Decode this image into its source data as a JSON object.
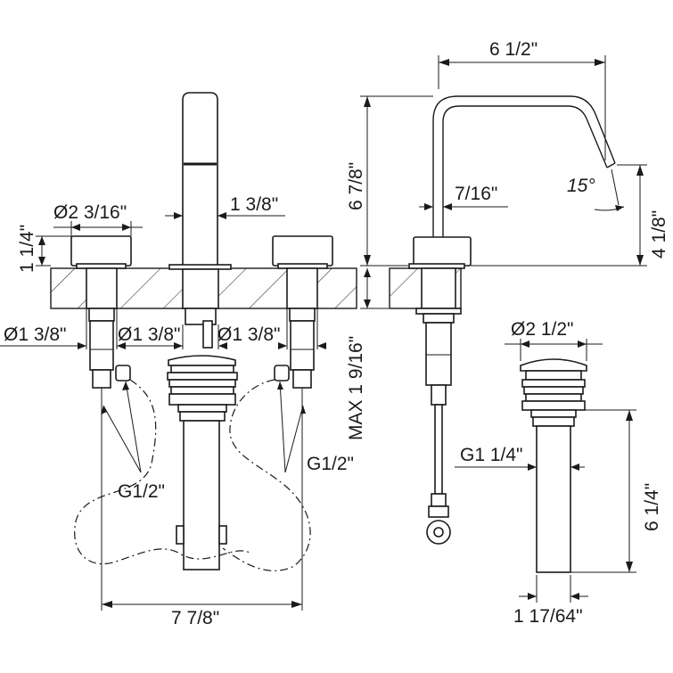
{
  "dimensions": {
    "spout_reach": "6 1/2\"",
    "spout_height": "6 7/8\"",
    "spout_angle": "15°",
    "spout_tip_height": "4 1/8\"",
    "spout_tube_diameter": "7/16\"",
    "spout_body_width": "1 3/8\"",
    "handle_diameter": "Ø2 3/16\"",
    "handle_height": "1 1/4\"",
    "shank_left": "Ø1 3/8\"",
    "shank_center": "Ø1 3/8\"",
    "shank_right": "Ø1 3/8\"",
    "deck_thickness": "MAX 1 9/16\"",
    "inlet_left": "G1/2\"",
    "inlet_right": "G1/2\"",
    "overall_spread": "7 7/8\"",
    "drain_cap_diameter": "Ø2 1/2\"",
    "drain_thread": "G1 1/4\"",
    "drain_length": "6 1/4\"",
    "drain_tube_diameter": "1 17/64\""
  }
}
